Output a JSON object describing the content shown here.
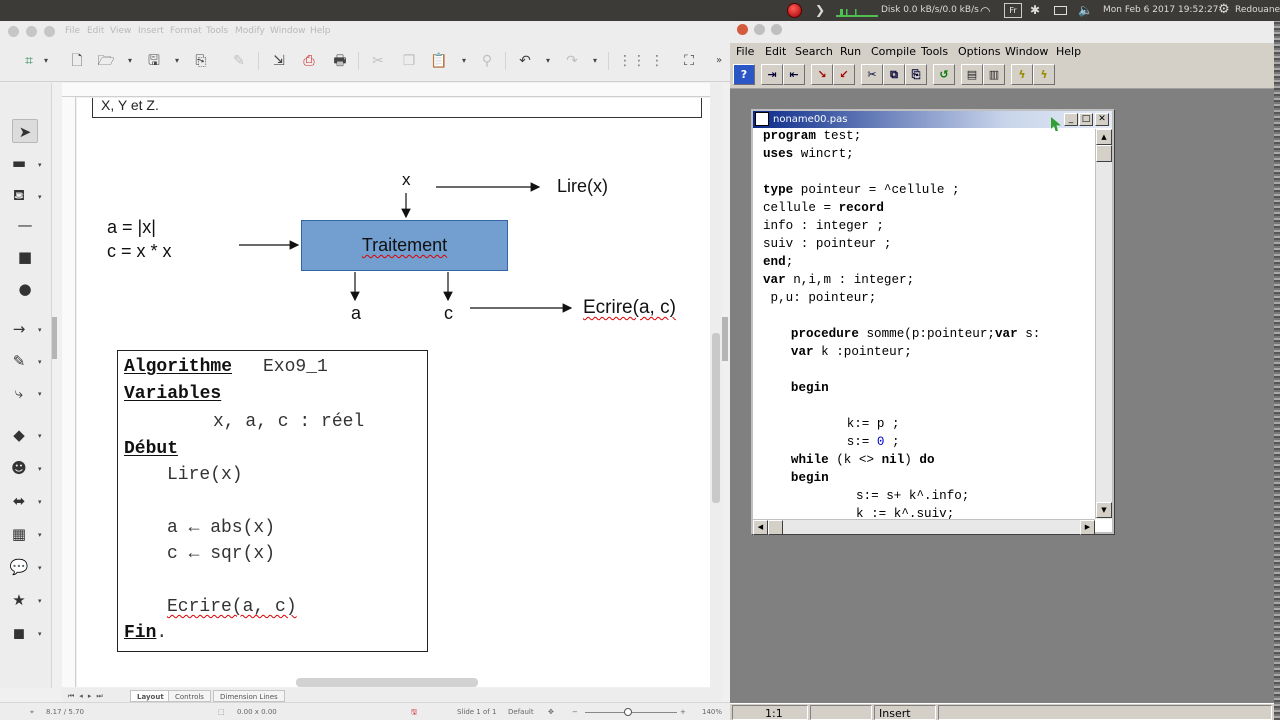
{
  "system_panel": {
    "disk": "Disk 0.0 kB/s/0.0 kB/s",
    "keyboard": "Fr",
    "datetime": "Mon Feb  6 2017 19:52:27",
    "user": "Redouane"
  },
  "draw": {
    "menu": [
      "File",
      "Edit",
      "View",
      "Insert",
      "Format",
      "Tools",
      "Modify",
      "Window",
      "Help"
    ],
    "slide": {
      "top_text": "X, Y et Z.",
      "x_label": "x",
      "lire": "Lire(x)",
      "a_eq": "a = |x|",
      "c_eq": "c = x * x",
      "traitement": "Traitement",
      "a_out": "a",
      "c_out": "c",
      "ecrire": "Ecrire(a, c)",
      "algo": {
        "l1_kw": "Algorithme",
        "l1_name": "Exo9_1",
        "l2": "Variables",
        "l3": "x, a, c : réel",
        "l4": "Début",
        "l5": "Lire(x)",
        "l6": "a ← abs(x)",
        "l7": "c ← sqr(x)",
        "l8": "Ecrire(a, c)",
        "l9": "Fin",
        "l9_dot": "."
      }
    },
    "tabs": [
      "Layout",
      "Controls",
      "Dimension Lines"
    ],
    "status": {
      "position": "8.17 / 5.70",
      "size": "0.00 x 0.00",
      "slide": "Slide 1 of 1",
      "layout": "Default",
      "zoom": "140%"
    }
  },
  "ide": {
    "menu": [
      "File",
      "Edit",
      "Search",
      "Run",
      "Compile",
      "Tools",
      "Options",
      "Window",
      "Help"
    ],
    "editor_title": "noname00.pas",
    "code": [
      {
        "kw": "program",
        "rest": " test;",
        "indent": 0
      },
      {
        "kw": "uses",
        "rest": " wincrt;",
        "indent": 0
      },
      {
        "kw": "",
        "rest": "",
        "indent": 0
      },
      {
        "kw": "type",
        "rest": " pointeur = ^cellule ;",
        "indent": 0
      },
      {
        "kw": "",
        "rest": "cellule = ",
        "kw2": "record",
        "indent": 0
      },
      {
        "kw": "",
        "rest": "info : integer ;",
        "indent": 0
      },
      {
        "kw": "",
        "rest": "suiv : pointeur ;",
        "indent": 0
      },
      {
        "kw": "end",
        "rest": ";",
        "indent": 0
      },
      {
        "kw": "var",
        "rest": " n,i,m : integer;",
        "indent": 0
      },
      {
        "kw": "",
        "rest": " p,u: pointeur;",
        "indent": 0
      },
      {
        "kw": "",
        "rest": "",
        "indent": 0
      },
      {
        "kw": "procedure",
        "rest": " somme(p:pointeur;",
        "kw2": "var",
        "rest2": " s:",
        "indent": 3
      },
      {
        "kw": "var",
        "rest": " k :pointeur;",
        "indent": 3
      },
      {
        "kw": "",
        "rest": "",
        "indent": 0
      },
      {
        "kw": "begin",
        "rest": "",
        "indent": 3
      },
      {
        "kw": "",
        "rest": "",
        "indent": 0
      },
      {
        "kw": "",
        "rest": "k:= p ;",
        "indent": 9
      },
      {
        "kw": "",
        "rest": "s:= ",
        "num": "0",
        "rest2": " ;",
        "indent": 9
      },
      {
        "kw": "while",
        "rest": " (k <> ",
        "kw2": "nil",
        "rest2": ") ",
        "kw3": "do",
        "indent": 3
      },
      {
        "kw": "begin",
        "rest": "",
        "indent": 3
      },
      {
        "kw": "",
        "rest": "s:= s+ k^.info;",
        "indent": 10
      },
      {
        "kw": "",
        "rest": "k := k^.suiv;",
        "indent": 10
      }
    ],
    "status": {
      "position": "1:1",
      "mode": "Insert"
    }
  }
}
